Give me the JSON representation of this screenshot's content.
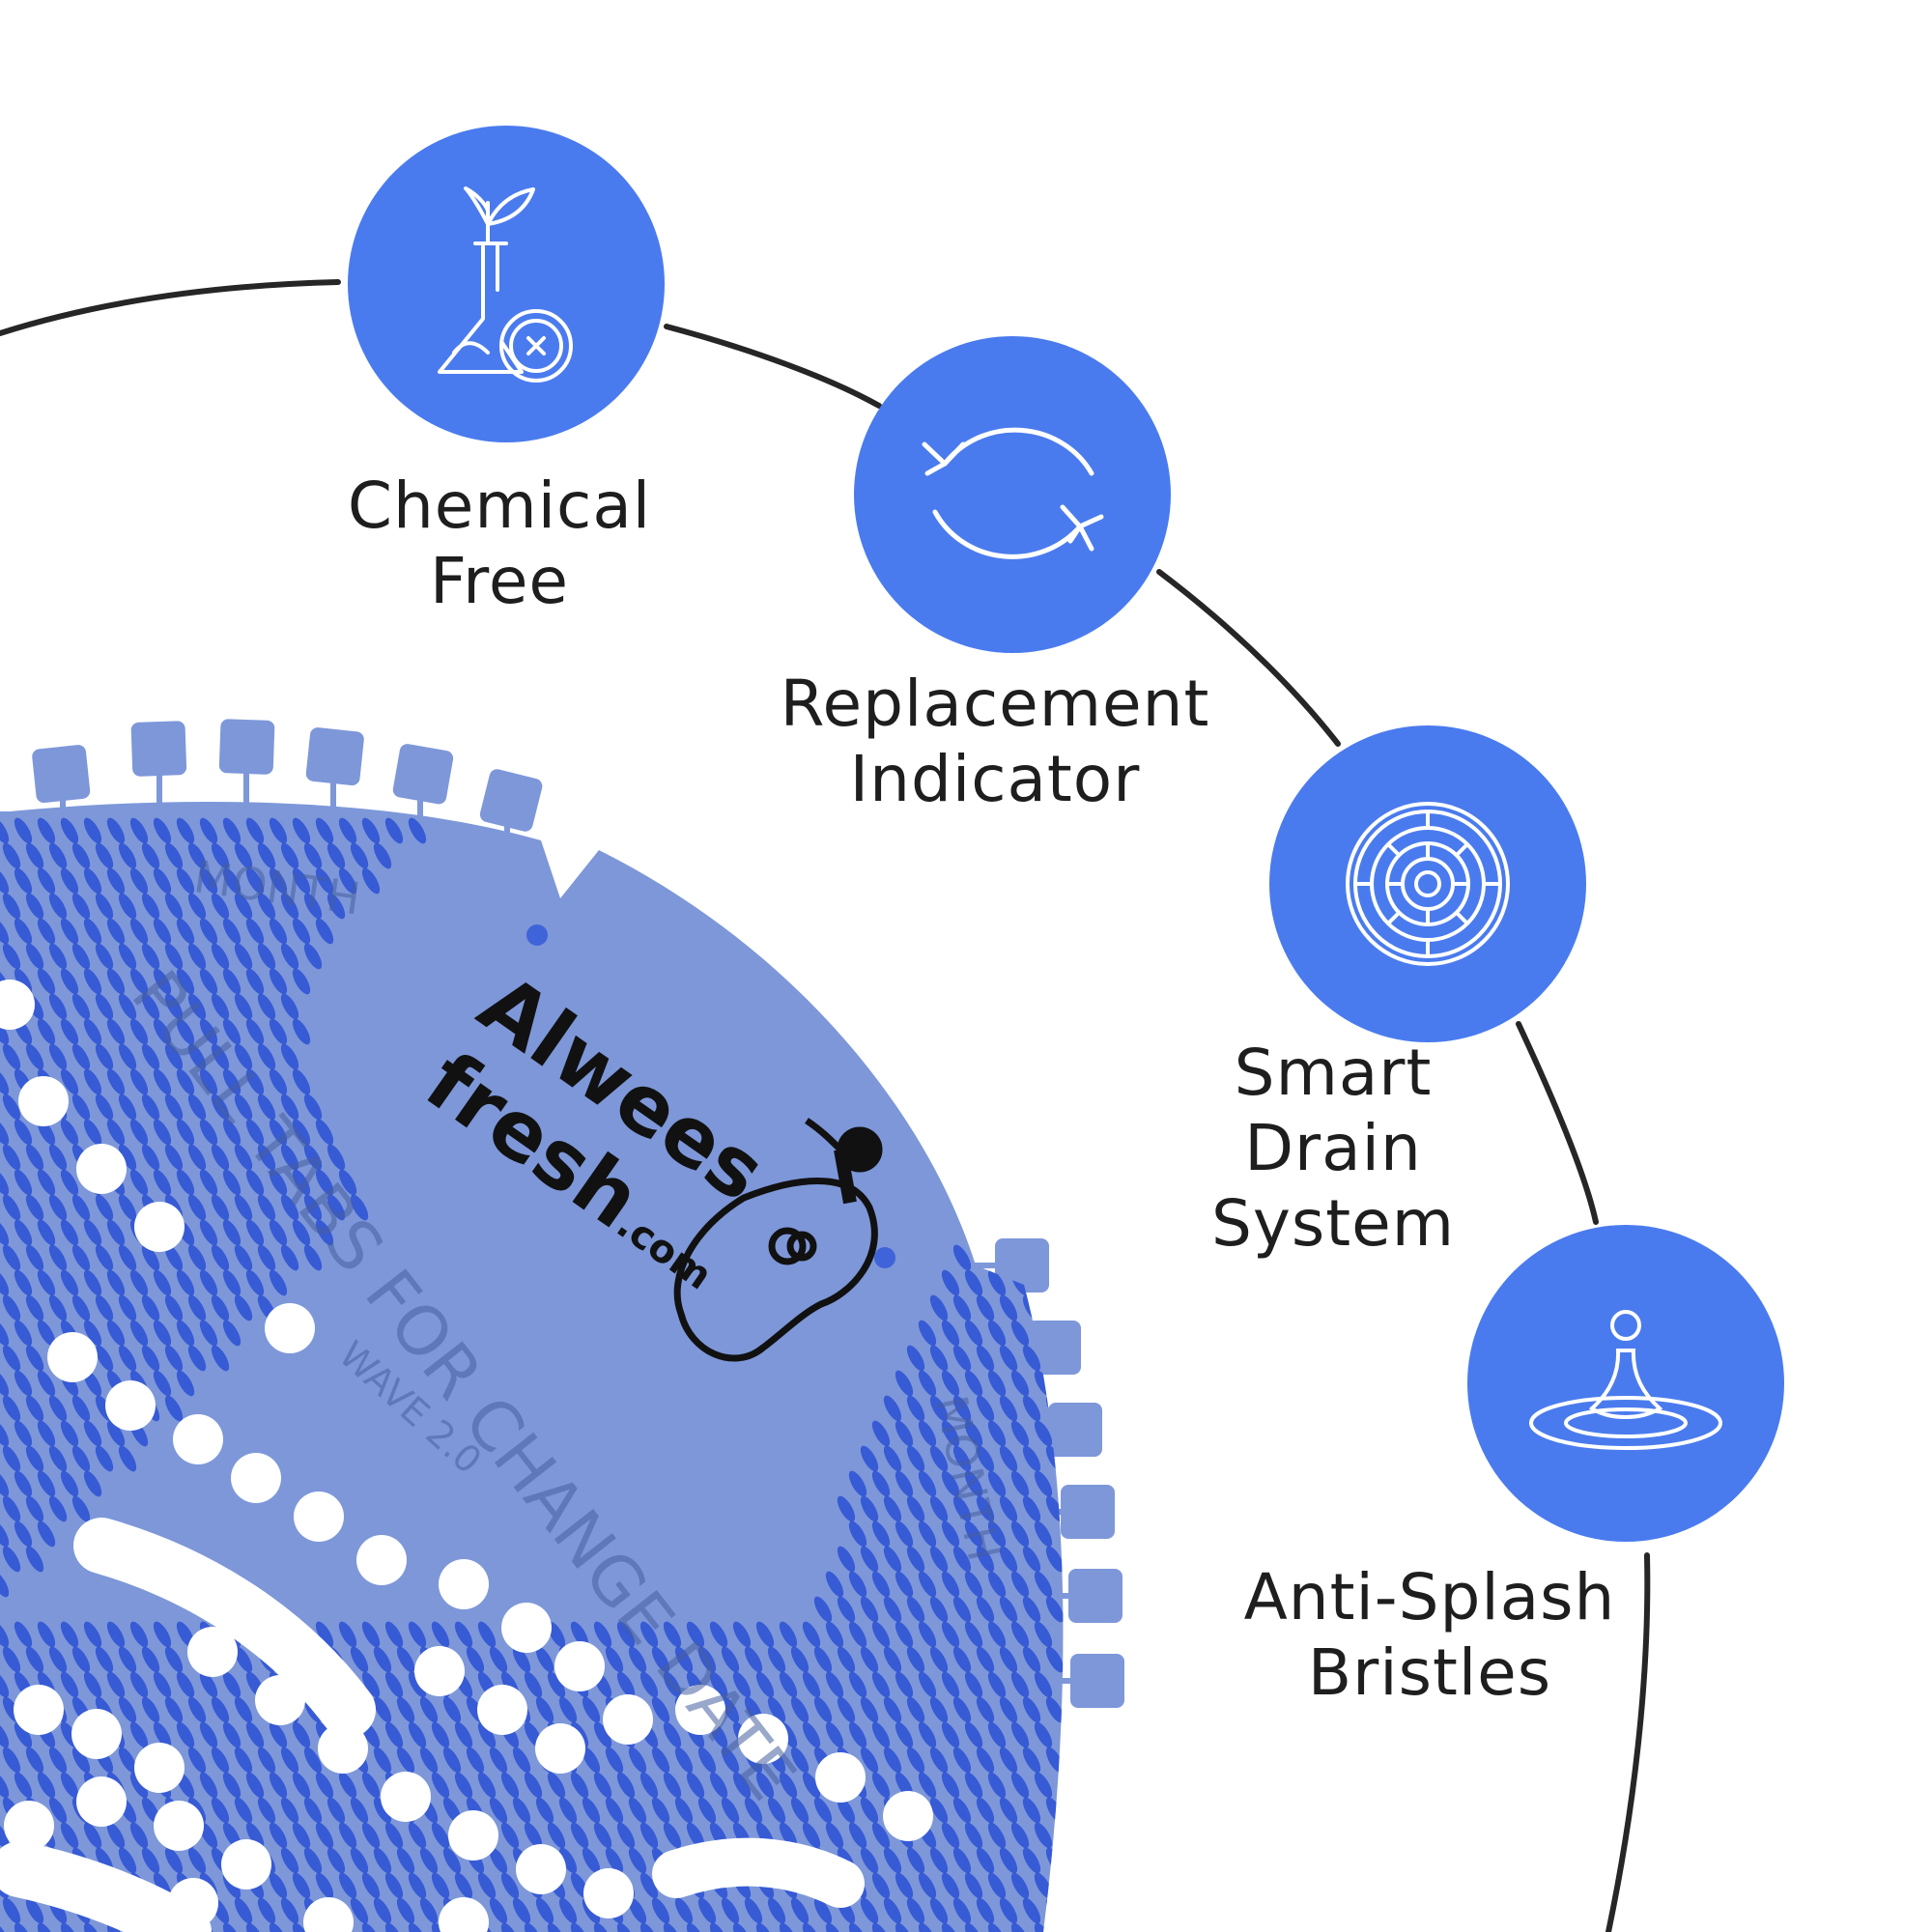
{
  "colors": {
    "accent": "#4a7bee",
    "pad": "#7d97d9",
    "bristle": "#2a4fd4",
    "arc": "#262626"
  },
  "features": [
    {
      "label_lines": [
        "Chemical",
        "Free"
      ],
      "icon": "plant-flask-icon"
    },
    {
      "label_lines": [
        "Replacement",
        "Indicator"
      ],
      "icon": "refresh-arrows-icon"
    },
    {
      "label_lines": [
        "Smart",
        "Drain",
        "System"
      ],
      "icon": "drain-maze-icon"
    },
    {
      "label_lines": [
        "Anti-Splash",
        "Bristles"
      ],
      "icon": "water-drop-icon"
    }
  ],
  "product": {
    "logo_line1": "Alwees",
    "logo_line2": "fresh",
    "logo_suffix": ".com",
    "month_top": "MONTH",
    "month_right": "MONTH",
    "change_text": "PULL TABS FOR CHANGE DATE",
    "model_text": "WAVE 2.0"
  }
}
